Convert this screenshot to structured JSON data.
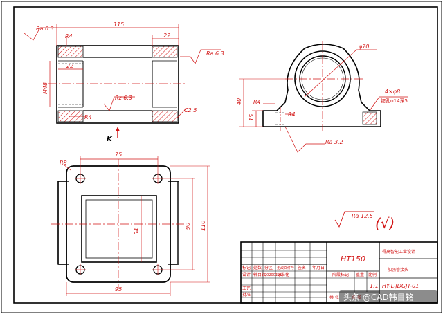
{
  "colors": {
    "line": "#000000",
    "dimension": "#d21414",
    "centerline": "#d21414",
    "hatch": "#d21414",
    "background": "#ffffff"
  },
  "front_view": {
    "roughness_top": "Ra 6.3",
    "radius_top": "R4",
    "overall_length": "115",
    "right_length": "22",
    "left_length": "22",
    "thread": "M48",
    "roughness_right": "Ra 6.3",
    "roughness_bore": "Rz 6.3",
    "chamfer": "C2.5",
    "radius_bottom": "R4",
    "view_letter": "K"
  },
  "side_view": {
    "diameter": "φ70",
    "height": "40",
    "base_height": "15",
    "radius_left": "R4",
    "radius_inner": "R4",
    "holes": "4×φ8",
    "counterbore": "锪孔φ14深5",
    "roughness": "Ra 3.2"
  },
  "bottom_view": {
    "radius_corner": "R8",
    "hole_spacing_x": "75",
    "window_height": "54",
    "hole_spacing_y": "90",
    "overall_height": "110",
    "overall_width": "95"
  },
  "general_roughness": {
    "value": "Ra 12.5",
    "other": "(√)"
  },
  "title_block": {
    "material": "HT150",
    "school": "得高智能工业设计",
    "part_name": "加强管接头",
    "drawing_no": "HY-L-JDGJT-01",
    "scale": "1:1",
    "row_labels": [
      "标记",
      "处数",
      "分区",
      "更改文件号",
      "签名",
      "年月日"
    ],
    "designer_label": "设计",
    "designer_name": "韩目铭",
    "date": "20200125",
    "standardization_label": "标准化",
    "process_label": "工艺",
    "approve_label": "批准",
    "stage_label": "阶段标记",
    "weight_label": "重量",
    "scale_label": "比例",
    "sheet_label": "共 张",
    "page_label": "第 张"
  },
  "watermark": "头条 @CAD韩目铭"
}
